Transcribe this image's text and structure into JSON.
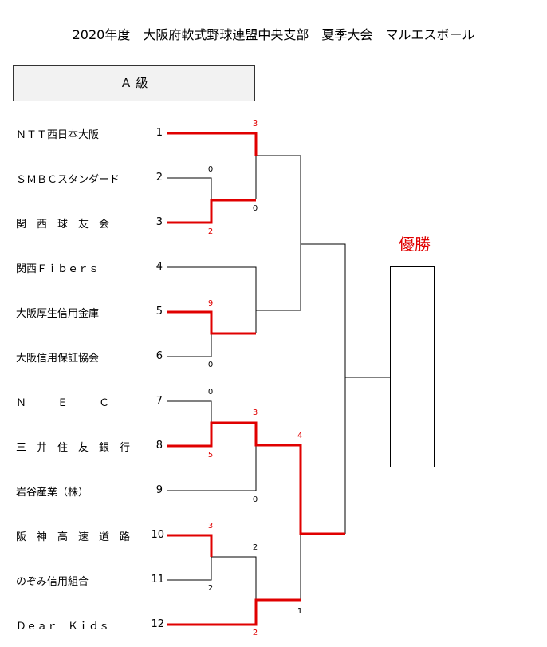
{
  "title": "2020年度　大阪府軟式野球連盟中央支部　夏季大会　マルエスボール",
  "class_label": "Ａ 級",
  "champion_label": "優勝",
  "colors": {
    "win_line": "#e00000",
    "line": "#000000"
  },
  "teams": [
    {
      "name": "ＮＴＴ西日本大阪",
      "seed": "1"
    },
    {
      "name": "ＳＭＢＣスタンダード",
      "seed": "2"
    },
    {
      "name": "関　西　球　友　会",
      "seed": "3"
    },
    {
      "name": "関西Ｆｉｂｅｒｓ",
      "seed": "4"
    },
    {
      "name": "大阪厚生信用金庫",
      "seed": "5"
    },
    {
      "name": "大阪信用保証協会",
      "seed": "6"
    },
    {
      "name": "Ｎ　　　Ｅ　　　Ｃ",
      "seed": "7"
    },
    {
      "name": "三　井　住　友　銀　行",
      "seed": "8"
    },
    {
      "name": "岩谷産業（株）",
      "seed": "9"
    },
    {
      "name": "阪　神　高　速　道　路",
      "seed": "10"
    },
    {
      "name": "のぞみ信用組合",
      "seed": "11"
    },
    {
      "name": "Ｄｅａｒ　Ｋｉｄｓ",
      "seed": "12"
    }
  ],
  "scores": {
    "m1_top": "0",
    "m1_bottom": "2",
    "m2_top": "3",
    "m2_bottom": "0",
    "m3_top": "9",
    "m3_bottom": "0",
    "m4_top": "0",
    "m4_bottom": "5",
    "m5_top": "3",
    "m5_bottom": "0",
    "m6_top": "3",
    "m6_bottom": "2",
    "m7_top": "2",
    "m7_bottom": "2",
    "m8_top": "4",
    "m8_bottom": "1"
  }
}
